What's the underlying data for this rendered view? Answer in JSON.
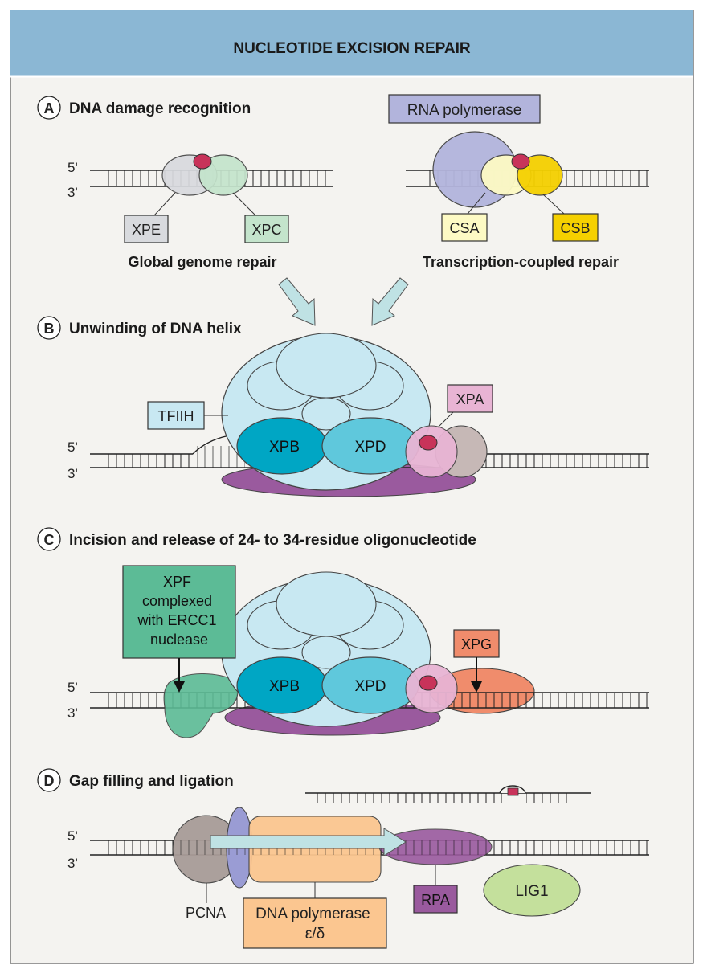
{
  "title": "NUCLEOTIDE EXCISION REPAIR",
  "strand_5": "5'",
  "strand_3": "3'",
  "panel_a": {
    "letter": "A",
    "heading": "DNA damage recognition",
    "rna_polymerase": "RNA polymerase",
    "xpe": "XPE",
    "xpc": "XPC",
    "csa": "CSA",
    "csb": "CSB",
    "global_repair": "Global genome repair",
    "transcription_repair": "Transcription-coupled repair"
  },
  "panel_b": {
    "letter": "B",
    "heading": "Unwinding of DNA helix",
    "tfiih": "TFIIH",
    "xpa": "XPA",
    "xpb": "XPB",
    "xpd": "XPD"
  },
  "panel_c": {
    "letter": "C",
    "heading": "Incision and release of 24- to 34-residue oligonucleotide",
    "xpf_lines": [
      "XPF",
      "complexed",
      "with ERCC1",
      "nuclease"
    ],
    "xpg": "XPG",
    "xpb": "XPB",
    "xpd": "XPD"
  },
  "panel_d": {
    "letter": "D",
    "heading": "Gap filling and ligation",
    "pcna": "PCNA",
    "dna_polymerase_lines": [
      "DNA polymerase",
      "ε/δ"
    ],
    "rpa": "RPA",
    "lig1": "LIG1"
  },
  "colors": {
    "header_bg": "#8bb7d4",
    "frame_bg": "#f4f3f0",
    "tfiih": "#c8e8f2",
    "xpb": "#00a6c4",
    "xpd": "#5fc8dc",
    "xpa": "#e8b4d4",
    "lesion": "#c8335a",
    "purple": "#9a5a9e",
    "xpe": "#d8dade",
    "xpc": "#c4e4cc",
    "rnap": "#b2b4dc",
    "csa": "#fdfac4",
    "csb": "#f5d000",
    "xpf": "#5cbb96",
    "xpg": "#f08c6c",
    "pcna": "#a89c98",
    "polymerase": "#fbc690",
    "rpa": "#9a5a9e",
    "lig1": "#c4e09c",
    "arrow": "#bfe2e4"
  }
}
